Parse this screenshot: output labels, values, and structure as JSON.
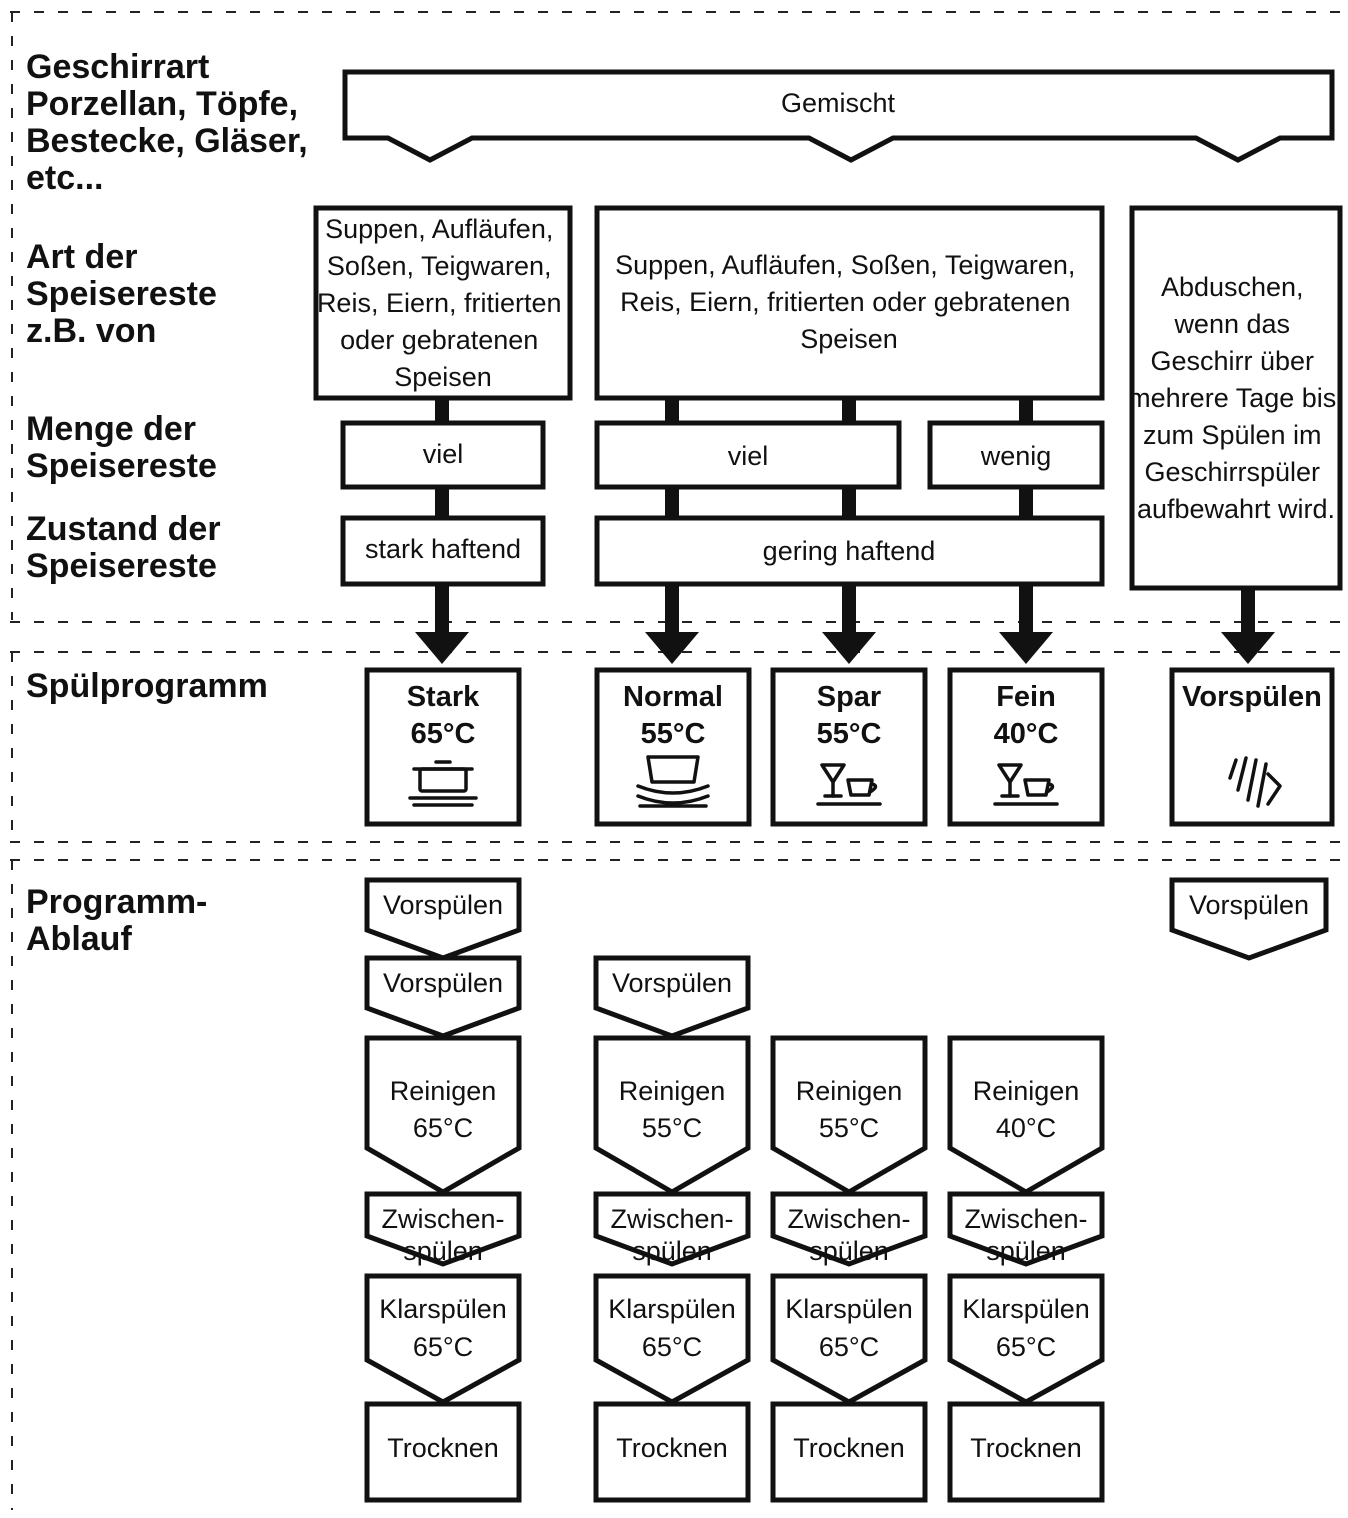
{
  "row_labels": {
    "geschirrart": [
      "Geschirrart",
      "Porzellan, Töpfe,",
      "Bestecke, Gläser,",
      "etc..."
    ],
    "speisereste_art": [
      "Art der",
      "Speisereste",
      "z.B. von"
    ],
    "menge": [
      "Menge der",
      "Speisereste"
    ],
    "zustand": [
      "Zustand der",
      "Speisereste"
    ],
    "spuelprogramm": [
      "Spülprogramm"
    ],
    "ablauf": [
      "Programm-",
      "Ablauf"
    ]
  },
  "geschirr_type": "Gemischt",
  "food_types": {
    "left": [
      "Suppen, Aufläufen,",
      "Soßen, Teigwaren,",
      "Reis, Eiern, fritierten",
      "oder gebratenen",
      "Speisen"
    ],
    "middle": [
      "Suppen, Aufläufen, Soßen, Teigwaren,",
      "Reis, Eiern, fritierten oder gebratenen",
      "Speisen"
    ],
    "right": [
      "Abduschen,",
      "wenn das",
      "Geschirr über",
      "mehrere Tage bis",
      "zum Spülen im",
      "Geschirrspüler",
      "aufbewahrt wird."
    ]
  },
  "amounts": {
    "a": "viel",
    "b": "viel",
    "c": "wenig"
  },
  "conditions": {
    "a": "stark haftend",
    "b": "gering haftend"
  },
  "programs": [
    {
      "name": "Stark",
      "temp": "65°C",
      "icon": "pot-icon"
    },
    {
      "name": "Normal",
      "temp": "55°C",
      "icon": "plates-icon"
    },
    {
      "name": "Spar",
      "temp": "55°C",
      "icon": "glass-cup-icon"
    },
    {
      "name": "Fein",
      "temp": "40°C",
      "icon": "glass-cup-icon"
    },
    {
      "name": "Vorspülen",
      "temp": "",
      "icon": "shower-icon"
    }
  ],
  "steps": {
    "stark": [
      [
        "Vorspülen"
      ],
      [
        "Vorspülen"
      ],
      [
        "Reinigen",
        "65°C"
      ],
      [
        "Zwischen-",
        "spülen"
      ],
      [
        "Klarspülen",
        "65°C"
      ],
      [
        "Trocknen"
      ]
    ],
    "normal": [
      [
        "Vorspülen"
      ],
      [
        "Reinigen",
        "55°C"
      ],
      [
        "Zwischen-",
        "spülen"
      ],
      [
        "Klarspülen",
        "65°C"
      ],
      [
        "Trocknen"
      ]
    ],
    "spar": [
      [
        "Reinigen",
        "55°C"
      ],
      [
        "Zwischen-",
        "spülen"
      ],
      [
        "Klarspülen",
        "65°C"
      ],
      [
        "Trocknen"
      ]
    ],
    "fein": [
      [
        "Reinigen",
        "40°C"
      ],
      [
        "Zwischen-",
        "spülen"
      ],
      [
        "Klarspülen",
        "65°C"
      ],
      [
        "Trocknen"
      ]
    ],
    "vorspuelen": [
      [
        "Vorspülen"
      ]
    ]
  }
}
